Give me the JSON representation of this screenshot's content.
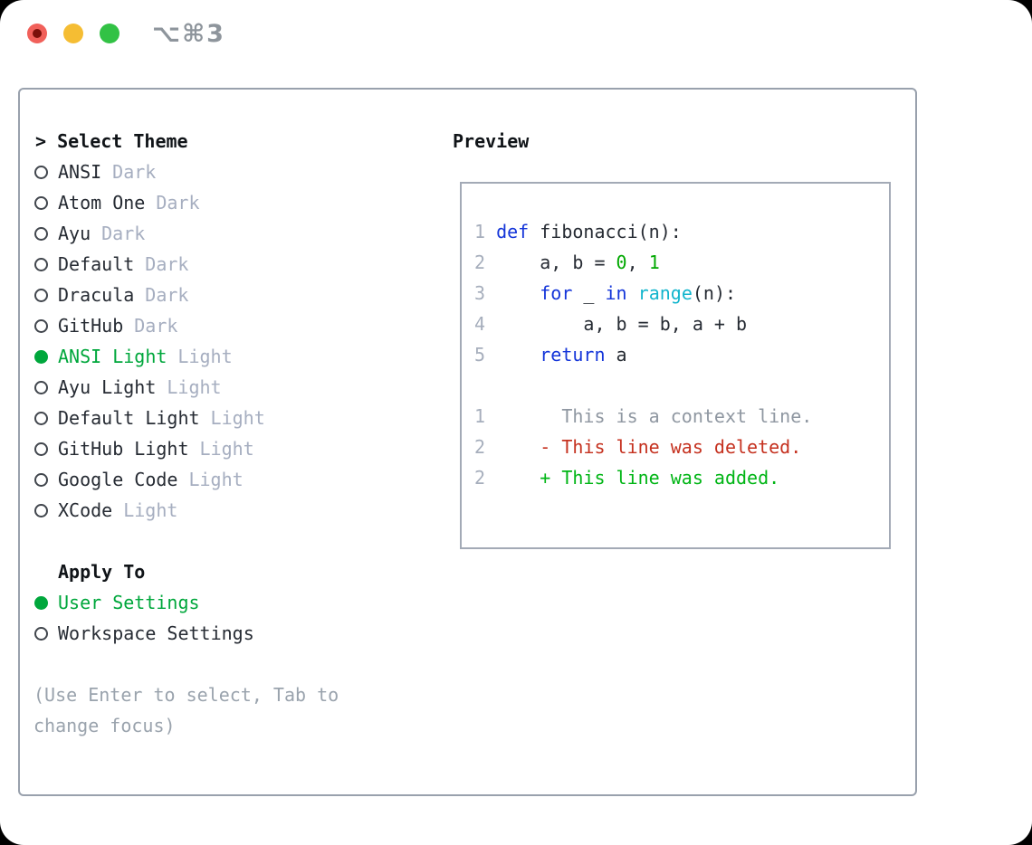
{
  "window": {
    "shortcut_label": "⌥⌘3"
  },
  "traffic_lights": {
    "close": "close",
    "minimize": "minimize",
    "zoom": "zoom"
  },
  "colors": {
    "traffic_red": "#f1605a",
    "traffic_red_dot": "#7b100a",
    "traffic_yellow": "#f5bd33",
    "traffic_green": "#32c245",
    "shortcut_gray": "#8e959c",
    "panel_border": "#99a1ad",
    "preview_border": "#a3aab6",
    "text_dark": "#262b33",
    "header_black": "#101418",
    "variant_gray": "#a6aec0",
    "accent_green": "#00a73c",
    "radio_outline": "#41464d",
    "help_gray": "#9aa3ad",
    "line_number_gray": "#a6aebc",
    "keyword_blue": "#1435d9",
    "function_cyan": "#12b5cd",
    "number_green": "#00a800",
    "context_gray": "#8f97a1",
    "deleted_red": "#c5311f",
    "added_green": "#00b515"
  },
  "theme_select": {
    "header": "> Select Theme",
    "items": [
      {
        "name": "ANSI",
        "variant": "Dark",
        "selected": false
      },
      {
        "name": "Atom One",
        "variant": "Dark",
        "selected": false
      },
      {
        "name": "Ayu",
        "variant": "Dark",
        "selected": false
      },
      {
        "name": "Default",
        "variant": "Dark",
        "selected": false
      },
      {
        "name": "Dracula",
        "variant": "Dark",
        "selected": false
      },
      {
        "name": "GitHub",
        "variant": "Dark",
        "selected": false
      },
      {
        "name": "ANSI Light",
        "variant": "Light",
        "selected": true
      },
      {
        "name": "Ayu Light",
        "variant": "Light",
        "selected": false
      },
      {
        "name": "Default Light",
        "variant": "Light",
        "selected": false
      },
      {
        "name": "GitHub Light",
        "variant": "Light",
        "selected": false
      },
      {
        "name": "Google Code",
        "variant": "Light",
        "selected": false
      },
      {
        "name": "XCode",
        "variant": "Light",
        "selected": false
      }
    ]
  },
  "apply_to": {
    "header": "Apply To",
    "options": [
      {
        "label": "User Settings",
        "selected": true
      },
      {
        "label": "Workspace Settings",
        "selected": false
      }
    ]
  },
  "help_text": "(Use Enter to select, Tab to change focus)",
  "preview": {
    "title": "Preview",
    "code_lines": [
      {
        "num": "1",
        "segments": [
          {
            "t": "def",
            "c": "kw"
          },
          {
            "t": " fibonacci(n):",
            "c": "plain"
          }
        ]
      },
      {
        "num": "2",
        "segments": [
          {
            "t": "    a, b = ",
            "c": "plain"
          },
          {
            "t": "0",
            "c": "num"
          },
          {
            "t": ", ",
            "c": "plain"
          },
          {
            "t": "1",
            "c": "num"
          }
        ]
      },
      {
        "num": "3",
        "segments": [
          {
            "t": "    ",
            "c": "plain"
          },
          {
            "t": "for",
            "c": "kw"
          },
          {
            "t": " _ ",
            "c": "plain"
          },
          {
            "t": "in",
            "c": "kw"
          },
          {
            "t": " ",
            "c": "plain"
          },
          {
            "t": "range",
            "c": "fn"
          },
          {
            "t": "(n):",
            "c": "plain"
          }
        ]
      },
      {
        "num": "4",
        "segments": [
          {
            "t": "        a, b = b, a + b",
            "c": "plain"
          }
        ]
      },
      {
        "num": "5",
        "segments": [
          {
            "t": "    ",
            "c": "plain"
          },
          {
            "t": "return",
            "c": "kw"
          },
          {
            "t": " a",
            "c": "plain"
          }
        ]
      }
    ],
    "diff_lines": [
      {
        "num": "1",
        "segments": [
          {
            "t": "      This is a context line.",
            "c": "ctx"
          }
        ]
      },
      {
        "num": "2",
        "segments": [
          {
            "t": "    ",
            "c": "plain"
          },
          {
            "t": "- This line was deleted.",
            "c": "del"
          }
        ]
      },
      {
        "num": "2",
        "segments": [
          {
            "t": "    ",
            "c": "plain"
          },
          {
            "t": "+ This line was added.",
            "c": "add"
          }
        ]
      }
    ]
  }
}
